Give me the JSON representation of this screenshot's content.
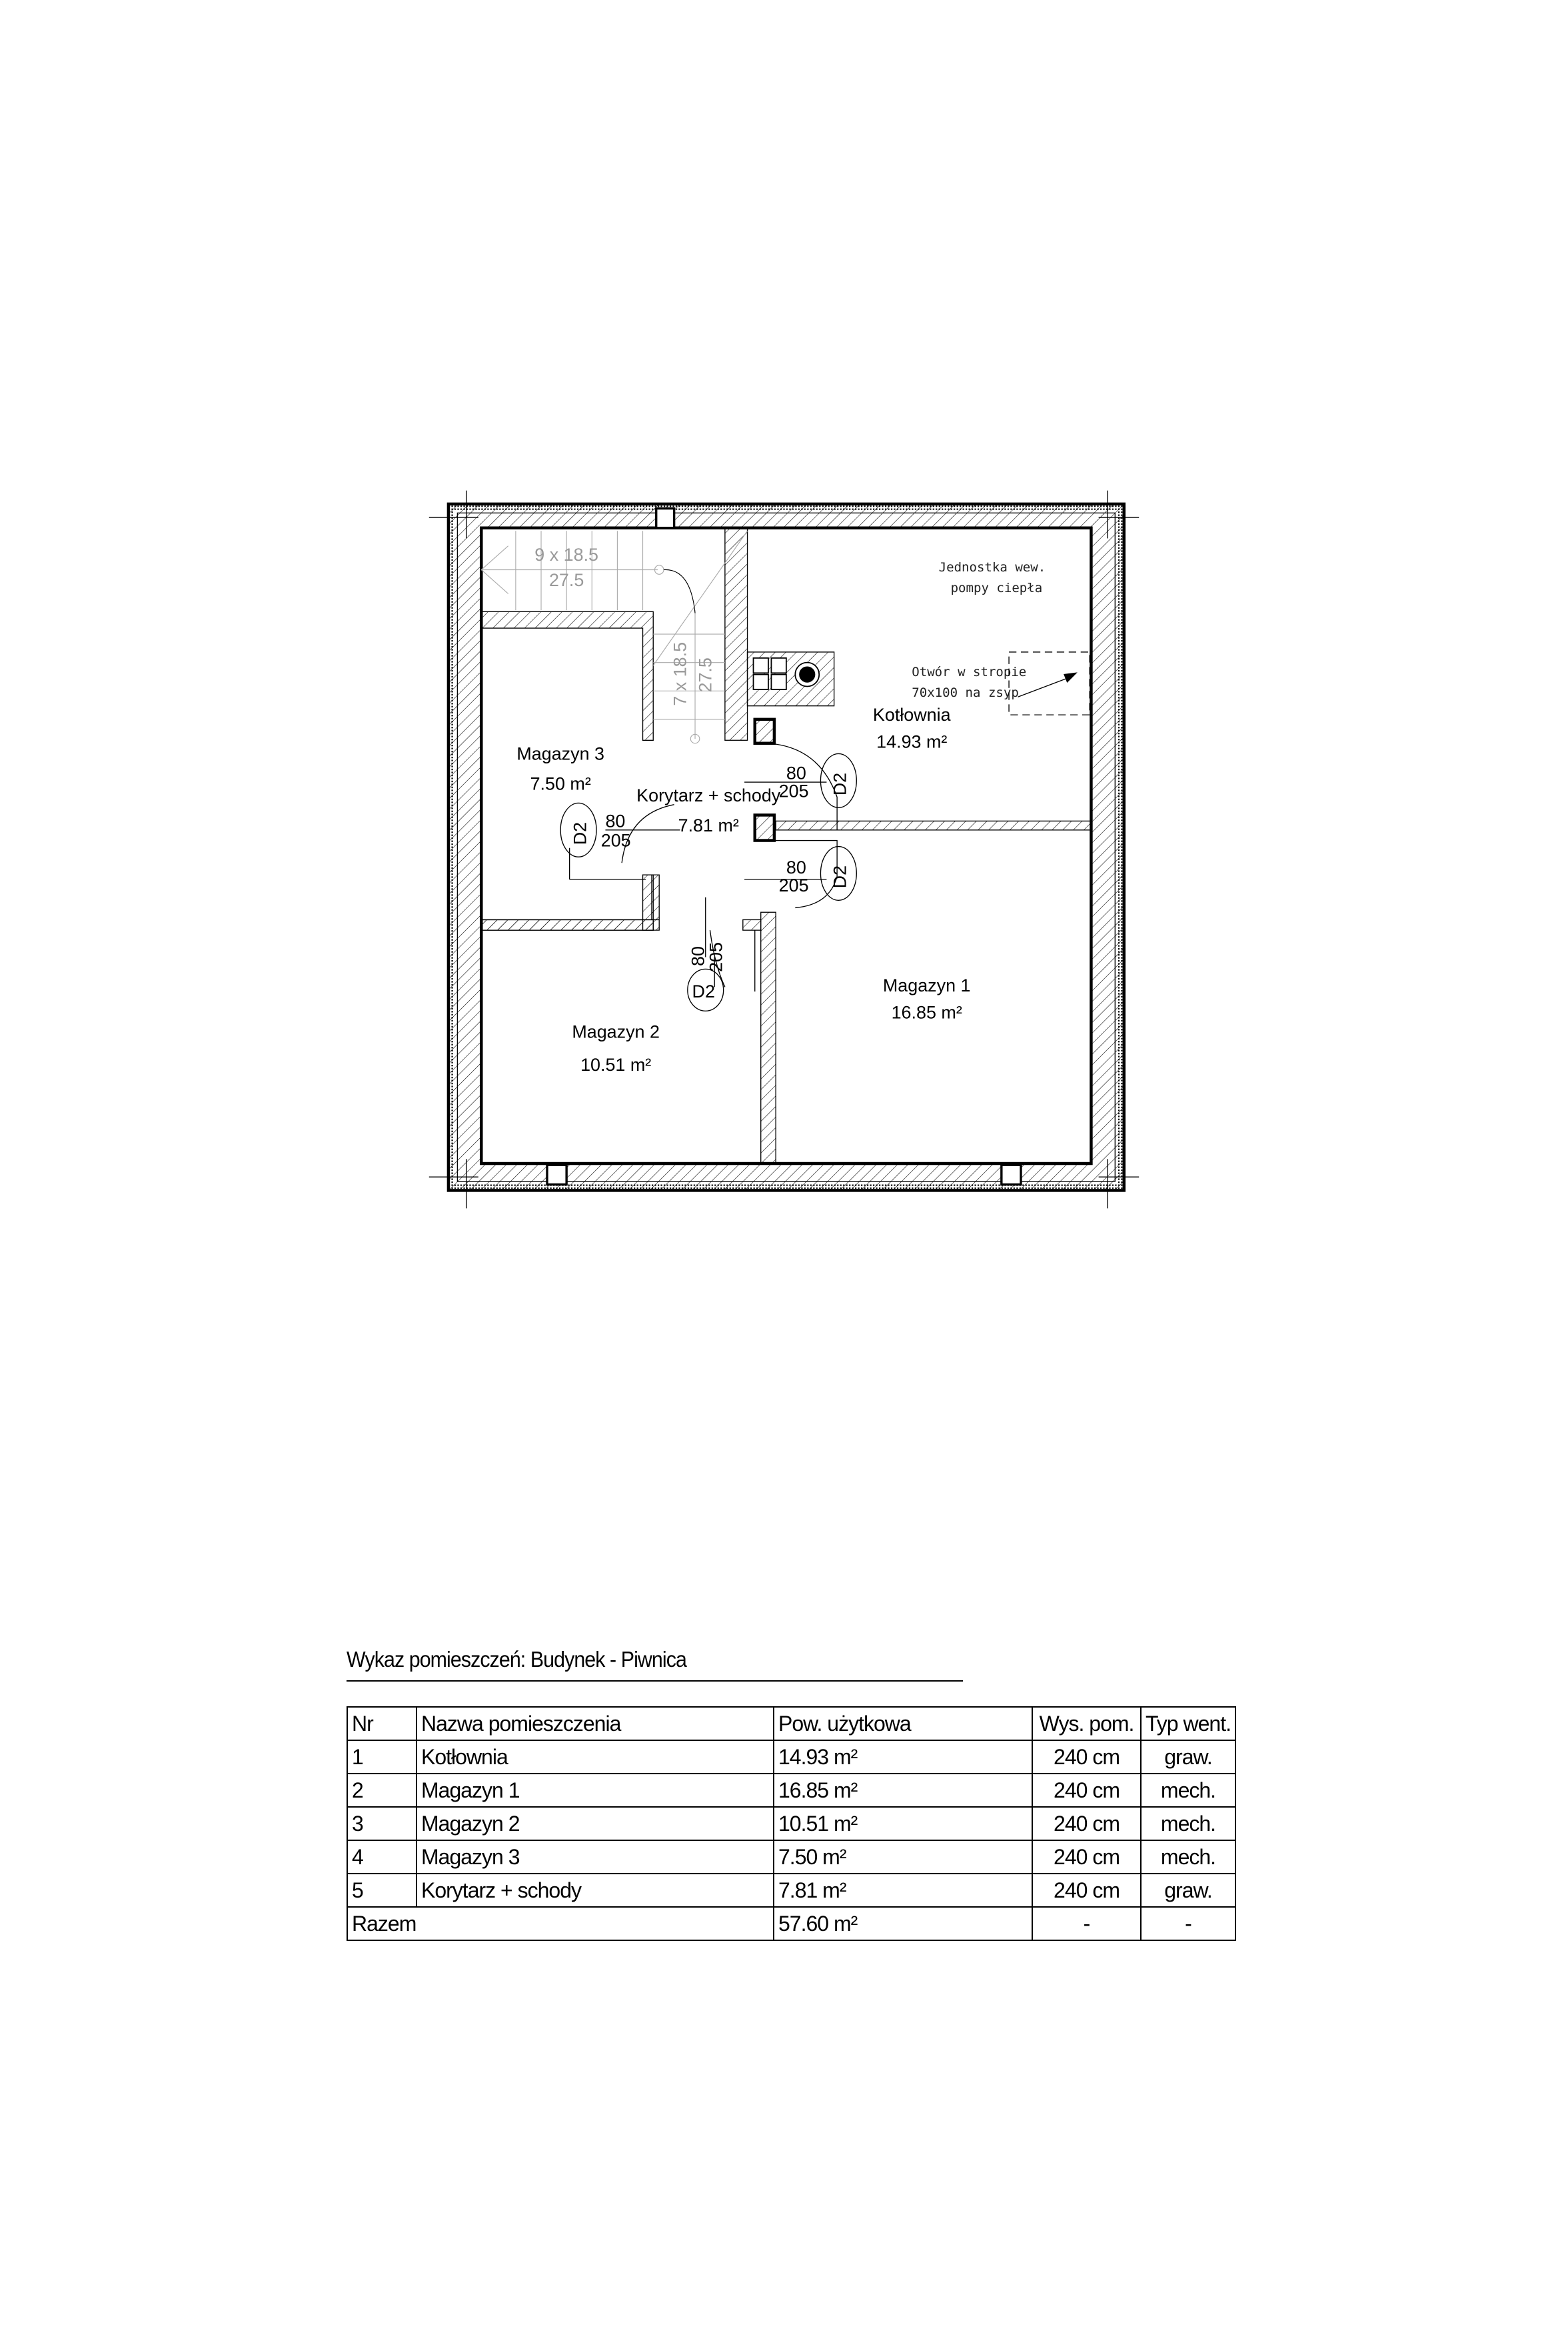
{
  "plan": {
    "rooms": [
      {
        "name": "Kotłownia",
        "area": "14.93 m²"
      },
      {
        "name": "Magazyn 1",
        "area": "16.85 m²"
      },
      {
        "name": "Magazyn 2",
        "area": "10.51 m²"
      },
      {
        "name": "Magazyn 3",
        "area": "7.50 m²"
      },
      {
        "name": "Korytarz + schody",
        "area": "7.81 m²"
      }
    ],
    "stairs_upper": {
      "rise": "9 x 18.5",
      "run": "27.5"
    },
    "stairs_lower": {
      "rise": "7 x 18.5",
      "run": "27.5"
    },
    "note_unit": [
      "Jednostka wew.",
      "pompy ciepła"
    ],
    "note_opening": [
      "Otwór w stropie",
      "70x100 na zsyp"
    ],
    "door": {
      "tag": "D2",
      "width": "80",
      "height": "205"
    }
  },
  "table": {
    "title": "Wykaz pomieszczeń: Budynek - Piwnica",
    "headers": [
      "Nr",
      "Nazwa pomieszczenia",
      "Pow. użytkowa",
      "Wys. pom.",
      "Typ went."
    ],
    "rows": [
      [
        "1",
        "Kotłownia",
        "14.93 m²",
        "240 cm",
        "graw."
      ],
      [
        "2",
        "Magazyn 1",
        "16.85 m²",
        "240 cm",
        "mech."
      ],
      [
        "3",
        "Magazyn 2",
        "10.51 m²",
        "240 cm",
        "mech."
      ],
      [
        "4",
        "Magazyn 3",
        "7.50 m²",
        "240 cm",
        "mech."
      ],
      [
        "5",
        "Korytarz + schody",
        "7.81 m²",
        "240 cm",
        "graw."
      ]
    ],
    "total": {
      "label": "Razem",
      "area": "57.60 m²",
      "height": "-",
      "vent": "-"
    }
  }
}
